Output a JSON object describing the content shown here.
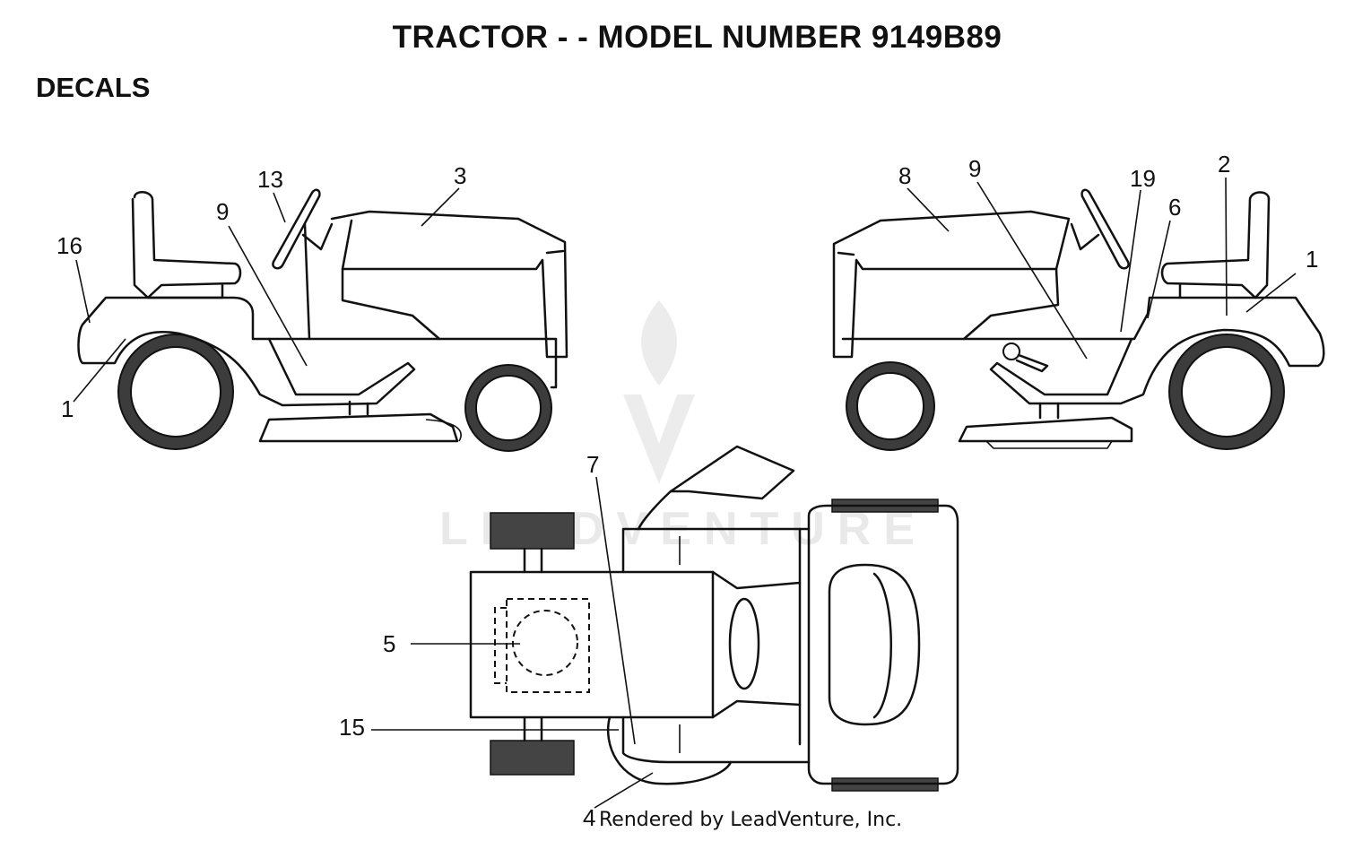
{
  "title": "TRACTOR - - MODEL NUMBER 9149B89",
  "section": "DECALS",
  "credit": "Rendered by LeadVenture, Inc.",
  "watermark": "LEADVENTURE",
  "callouts": {
    "left_view": {
      "c16": "16",
      "c13": "13",
      "c3": "3",
      "c9": "9",
      "c1": "1"
    },
    "right_view": {
      "c8": "8",
      "c9": "9",
      "c19": "19",
      "c2": "2",
      "c6": "6",
      "c1": "1"
    },
    "top_view": {
      "c7": "7",
      "c5": "5",
      "c15": "15",
      "c4": "4"
    }
  }
}
